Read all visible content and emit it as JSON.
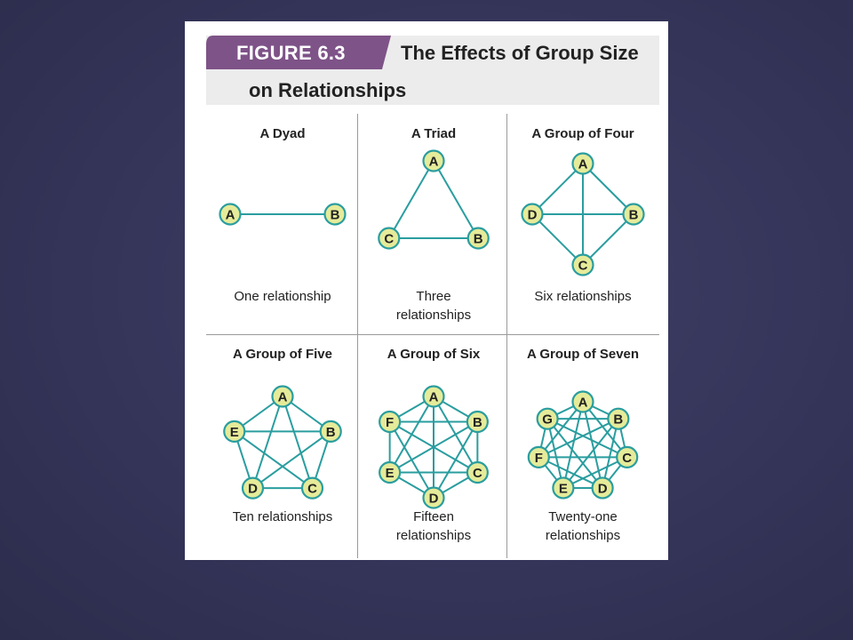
{
  "figure": {
    "tab_label": "FIGURE 6.3",
    "title_line1": "The Effects of Group Size",
    "title_line2": "on Relationships"
  },
  "colors": {
    "tab": "#7e5388",
    "edge": "#2a9d9f",
    "node_fill": "#e6eb99",
    "node_stroke": "#2a9d9f",
    "slide_background": "#35355a"
  },
  "panels": [
    {
      "id": "dyad",
      "title": "A Dyad",
      "caption": [
        "One relationship"
      ],
      "layout": "line",
      "nodes": [
        {
          "label": "A",
          "angle": 180
        },
        {
          "label": "B",
          "angle": 0
        }
      ]
    },
    {
      "id": "triad",
      "title": "A Triad",
      "caption": [
        "Three",
        "relationships"
      ],
      "layout": "polygon",
      "nodes": [
        {
          "label": "A",
          "angle": -90
        },
        {
          "label": "B",
          "angle": 30
        },
        {
          "label": "C",
          "angle": 150
        }
      ]
    },
    {
      "id": "four",
      "title": "A Group of Four",
      "caption": [
        "Six relationships"
      ],
      "layout": "polygon",
      "nodes": [
        {
          "label": "A",
          "angle": -90
        },
        {
          "label": "B",
          "angle": 0
        },
        {
          "label": "C",
          "angle": 90
        },
        {
          "label": "D",
          "angle": 180
        }
      ]
    },
    {
      "id": "five",
      "title": "A Group of Five",
      "caption": [
        "Ten relationships"
      ],
      "layout": "polygon",
      "nodes": [
        {
          "label": "A",
          "angle": -90
        },
        {
          "label": "B",
          "angle": -18
        },
        {
          "label": "C",
          "angle": 54
        },
        {
          "label": "D",
          "angle": 126
        },
        {
          "label": "E",
          "angle": 198
        }
      ]
    },
    {
      "id": "six",
      "title": "A Group of Six",
      "caption": [
        "Fifteen",
        "relationships"
      ],
      "layout": "polygon",
      "nodes": [
        {
          "label": "A",
          "angle": -90
        },
        {
          "label": "B",
          "angle": -30
        },
        {
          "label": "C",
          "angle": 30
        },
        {
          "label": "D",
          "angle": 90
        },
        {
          "label": "E",
          "angle": 150
        },
        {
          "label": "F",
          "angle": 210
        }
      ]
    },
    {
      "id": "seven",
      "title": "A Group of Seven",
      "caption": [
        "Twenty-one",
        "relationships"
      ],
      "layout": "polygon",
      "nodes": [
        {
          "label": "A",
          "angle": -90
        },
        {
          "label": "B",
          "angle": -38.6
        },
        {
          "label": "C",
          "angle": 12.9
        },
        {
          "label": "D",
          "angle": 64.3
        },
        {
          "label": "E",
          "angle": 115.7
        },
        {
          "label": "F",
          "angle": 167.1
        },
        {
          "label": "G",
          "angle": 218.6
        }
      ]
    }
  ]
}
